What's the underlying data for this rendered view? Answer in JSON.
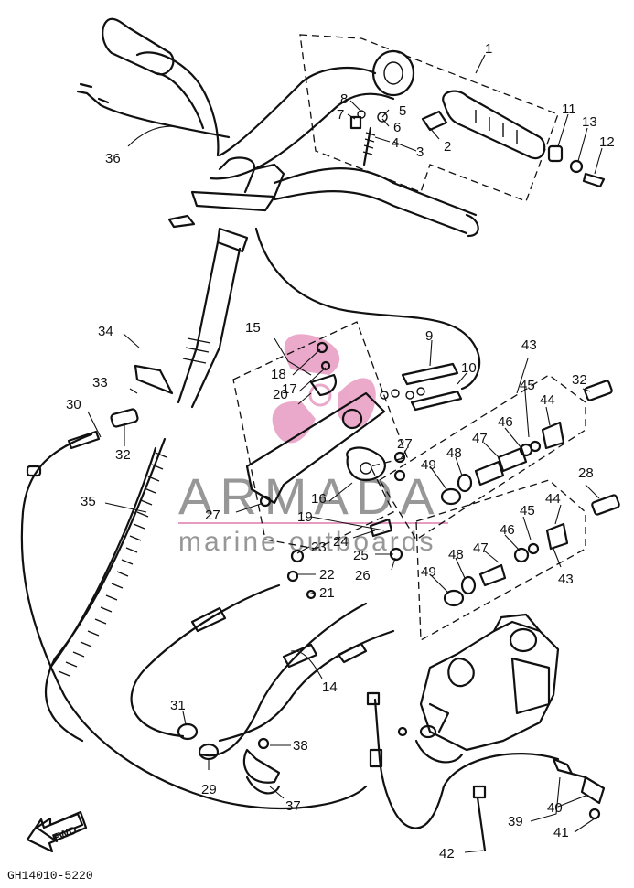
{
  "diagram": {
    "part_code": "GH14010-5220",
    "fwd_label": "FWD",
    "watermark": {
      "brand": "ARMADA",
      "tagline": "marine outboards"
    },
    "colors": {
      "line": "#111111",
      "watermark_grey": "#7d7d7d",
      "watermark_pink": "#e79bc1"
    },
    "callouts": [
      "1",
      "2",
      "3",
      "4",
      "5",
      "6",
      "7",
      "8",
      "9",
      "10",
      "11",
      "12",
      "13",
      "14",
      "15",
      "16",
      "17",
      "18",
      "19",
      "20",
      "21",
      "22",
      "23",
      "24",
      "25",
      "26",
      "27",
      "27",
      "28",
      "29",
      "30",
      "31",
      "32",
      "32",
      "33",
      "34",
      "35",
      "36",
      "37",
      "38",
      "39",
      "40",
      "41",
      "42",
      "43",
      "43",
      "44",
      "44",
      "45",
      "45",
      "46",
      "46",
      "47",
      "47",
      "48",
      "48",
      "49",
      "49"
    ]
  }
}
